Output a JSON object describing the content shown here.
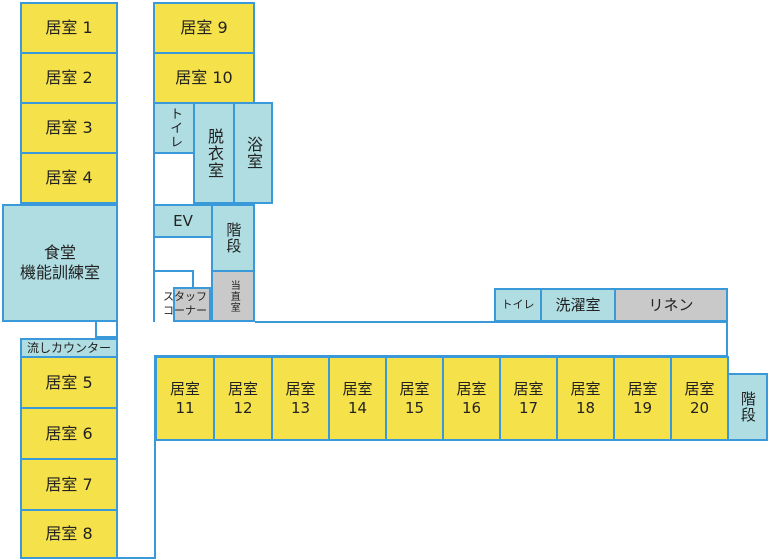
{
  "rooms": {
    "r1": "居室 1",
    "r2": "居室 2",
    "r3": "居室 3",
    "r4": "居室 4",
    "r5": "居室 5",
    "r6": "居室 6",
    "r7": "居室 7",
    "r8": "居室 8",
    "r9": "居室 9",
    "r10": "居室 10",
    "r11": "居室\n11",
    "r12": "居室\n12",
    "r13": "居室\n13",
    "r14": "居室\n14",
    "r15": "居室\n15",
    "r16": "居室\n16",
    "r17": "居室\n17",
    "r18": "居室\n18",
    "r19": "居室\n19",
    "r20": "居室\n20"
  },
  "facilities": {
    "dining": "食堂\n機能訓練室",
    "sink_counter": "流しカウンター",
    "toilet_vertical": "トイレ",
    "changing_room": "脱衣室",
    "bath": "浴室",
    "ev": "EV",
    "stairs_center": "階段",
    "staff_corner": "スタッフ\nコーナー",
    "duty_room": "当直室",
    "toilet_east": "トイレ",
    "laundry": "洗濯室",
    "linen": "リネン",
    "stairs_east": "階段"
  },
  "colors": {
    "resident_room": "#f5e24a",
    "facility": "#afdde1",
    "service": "#c9c9c9",
    "wall": "#3a9ad9"
  }
}
